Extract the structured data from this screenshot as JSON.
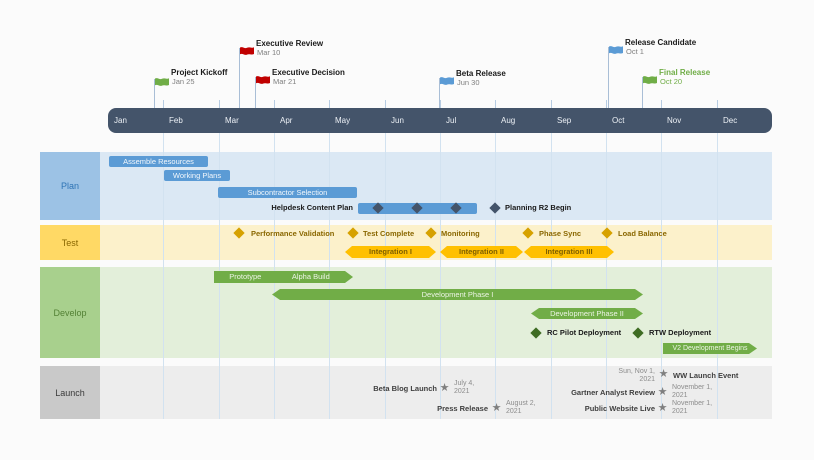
{
  "colors": {
    "timeline_band": "#44546A",
    "gridline": "#D2E2F0",
    "plan_accent": "#5B9BD5",
    "plan_lane_bg": "#DBE8F4",
    "plan_label_bg": "#9CC2E5",
    "test_accent": "#FFC000",
    "test_diamond": "#D6A100",
    "test_lane_bg": "#FCF1CB",
    "test_label_bg": "#FFD965",
    "develop_accent": "#70AD47",
    "develop_diamond": "#3F6C23",
    "develop_lane_bg": "#E3EFDA",
    "develop_label_bg": "#A8D08D",
    "launch_accent": "#7F7F7F",
    "launch_lane_bg": "#EDEDED",
    "launch_label_bg": "#C9C9C9",
    "flag_green": "#70AD47",
    "flag_red": "#C00000",
    "flag_blue": "#5B9BD5",
    "milestone_diamond_navy": "#44546A"
  },
  "chart_data": {
    "type": "gantt",
    "timeline": {
      "unit": "months",
      "labels": [
        "Jan",
        "Feb",
        "Mar",
        "Apr",
        "May",
        "Jun",
        "Jul",
        "Aug",
        "Sep",
        "Oct",
        "Nov",
        "Dec"
      ]
    },
    "top_milestones": [
      {
        "label": "Project Kickoff",
        "date": "Jan 25",
        "flag_color": "#70AD47"
      },
      {
        "label": "Executive Review",
        "date": "Mar 10",
        "flag_color": "#C00000"
      },
      {
        "label": "Executive Decision",
        "date": "Mar 21",
        "flag_color": "#C00000"
      },
      {
        "label": "Beta Release",
        "date": "Jun 30",
        "flag_color": "#5B9BD5"
      },
      {
        "label": "Release Candidate",
        "date": "Oct 1",
        "flag_color": "#5B9BD5"
      },
      {
        "label": "Final Release",
        "date": "Oct 20",
        "flag_color": "#70AD47",
        "text_color": "#70AD47"
      }
    ],
    "lanes": [
      {
        "label": "Plan",
        "accent": "#5B9BD5",
        "bars": [
          {
            "label": "Assemble Resources",
            "start_month": 0.0,
            "end_month": 1.8
          },
          {
            "label": "Working Plans",
            "start_month": 1.0,
            "end_month": 2.2
          },
          {
            "label": "Subcontractor Selection",
            "start_month": 2.0,
            "end_month": 4.5
          },
          {
            "label": "Helpdesk Content Plan",
            "start_month": 4.5,
            "end_month": 6.7,
            "inner_diamond_months": [
              4.9,
              5.6,
              6.3
            ]
          }
        ],
        "milestones": [
          {
            "label": "Planning R2 Begin",
            "month": 7.0
          }
        ]
      },
      {
        "label": "Test",
        "accent": "#FFC000",
        "milestones": [
          {
            "label": "Performance Validation",
            "month": 2.4
          },
          {
            "label": "Test Complete",
            "month": 4.4
          },
          {
            "label": "Monitoring",
            "month": 5.8
          },
          {
            "label": "Phase Sync",
            "month": 7.6
          },
          {
            "label": "Load Balance",
            "month": 9.0
          }
        ],
        "bars": [
          {
            "label": "Integration I",
            "start_month": 4.3,
            "end_month": 5.9
          },
          {
            "label": "Integration II",
            "start_month": 6.0,
            "end_month": 7.5
          },
          {
            "label": "Integration III",
            "start_month": 7.5,
            "end_month": 9.1
          }
        ]
      },
      {
        "label": "Develop",
        "accent": "#70AD47",
        "bars": [
          {
            "labels": [
              "Prototype",
              "Alpha Build"
            ],
            "start_month": 1.9,
            "end_month": 4.4
          },
          {
            "label": "Development Phase I",
            "start_month": 3.0,
            "end_month": 9.7
          },
          {
            "label": "Development Phase II",
            "start_month": 7.6,
            "end_month": 9.7
          },
          {
            "label": "V2 Development Begins",
            "start_month": 10.0,
            "end_month": 11.7
          }
        ],
        "milestones": [
          {
            "label": "RC Pilot Deployment",
            "month": 7.7
          },
          {
            "label": "RTW Deployment",
            "month": 9.6
          }
        ]
      },
      {
        "label": "Launch",
        "accent": "#7F7F7F",
        "milestones": [
          {
            "label": "WW Launch Event",
            "date": "Sun, Nov 1, 2021",
            "date_side": "left"
          },
          {
            "label": "Beta Blog Launch",
            "date": "July 4, 2021",
            "date_side": "right"
          },
          {
            "label": "Gartner Analyst Review",
            "date": "November 1, 2021",
            "date_side": "right"
          },
          {
            "label": "Press Release",
            "date": "August 2, 2021",
            "date_side": "right"
          },
          {
            "label": "Public Website Live",
            "date": "November 1, 2021",
            "date_side": "right"
          }
        ]
      }
    ]
  }
}
